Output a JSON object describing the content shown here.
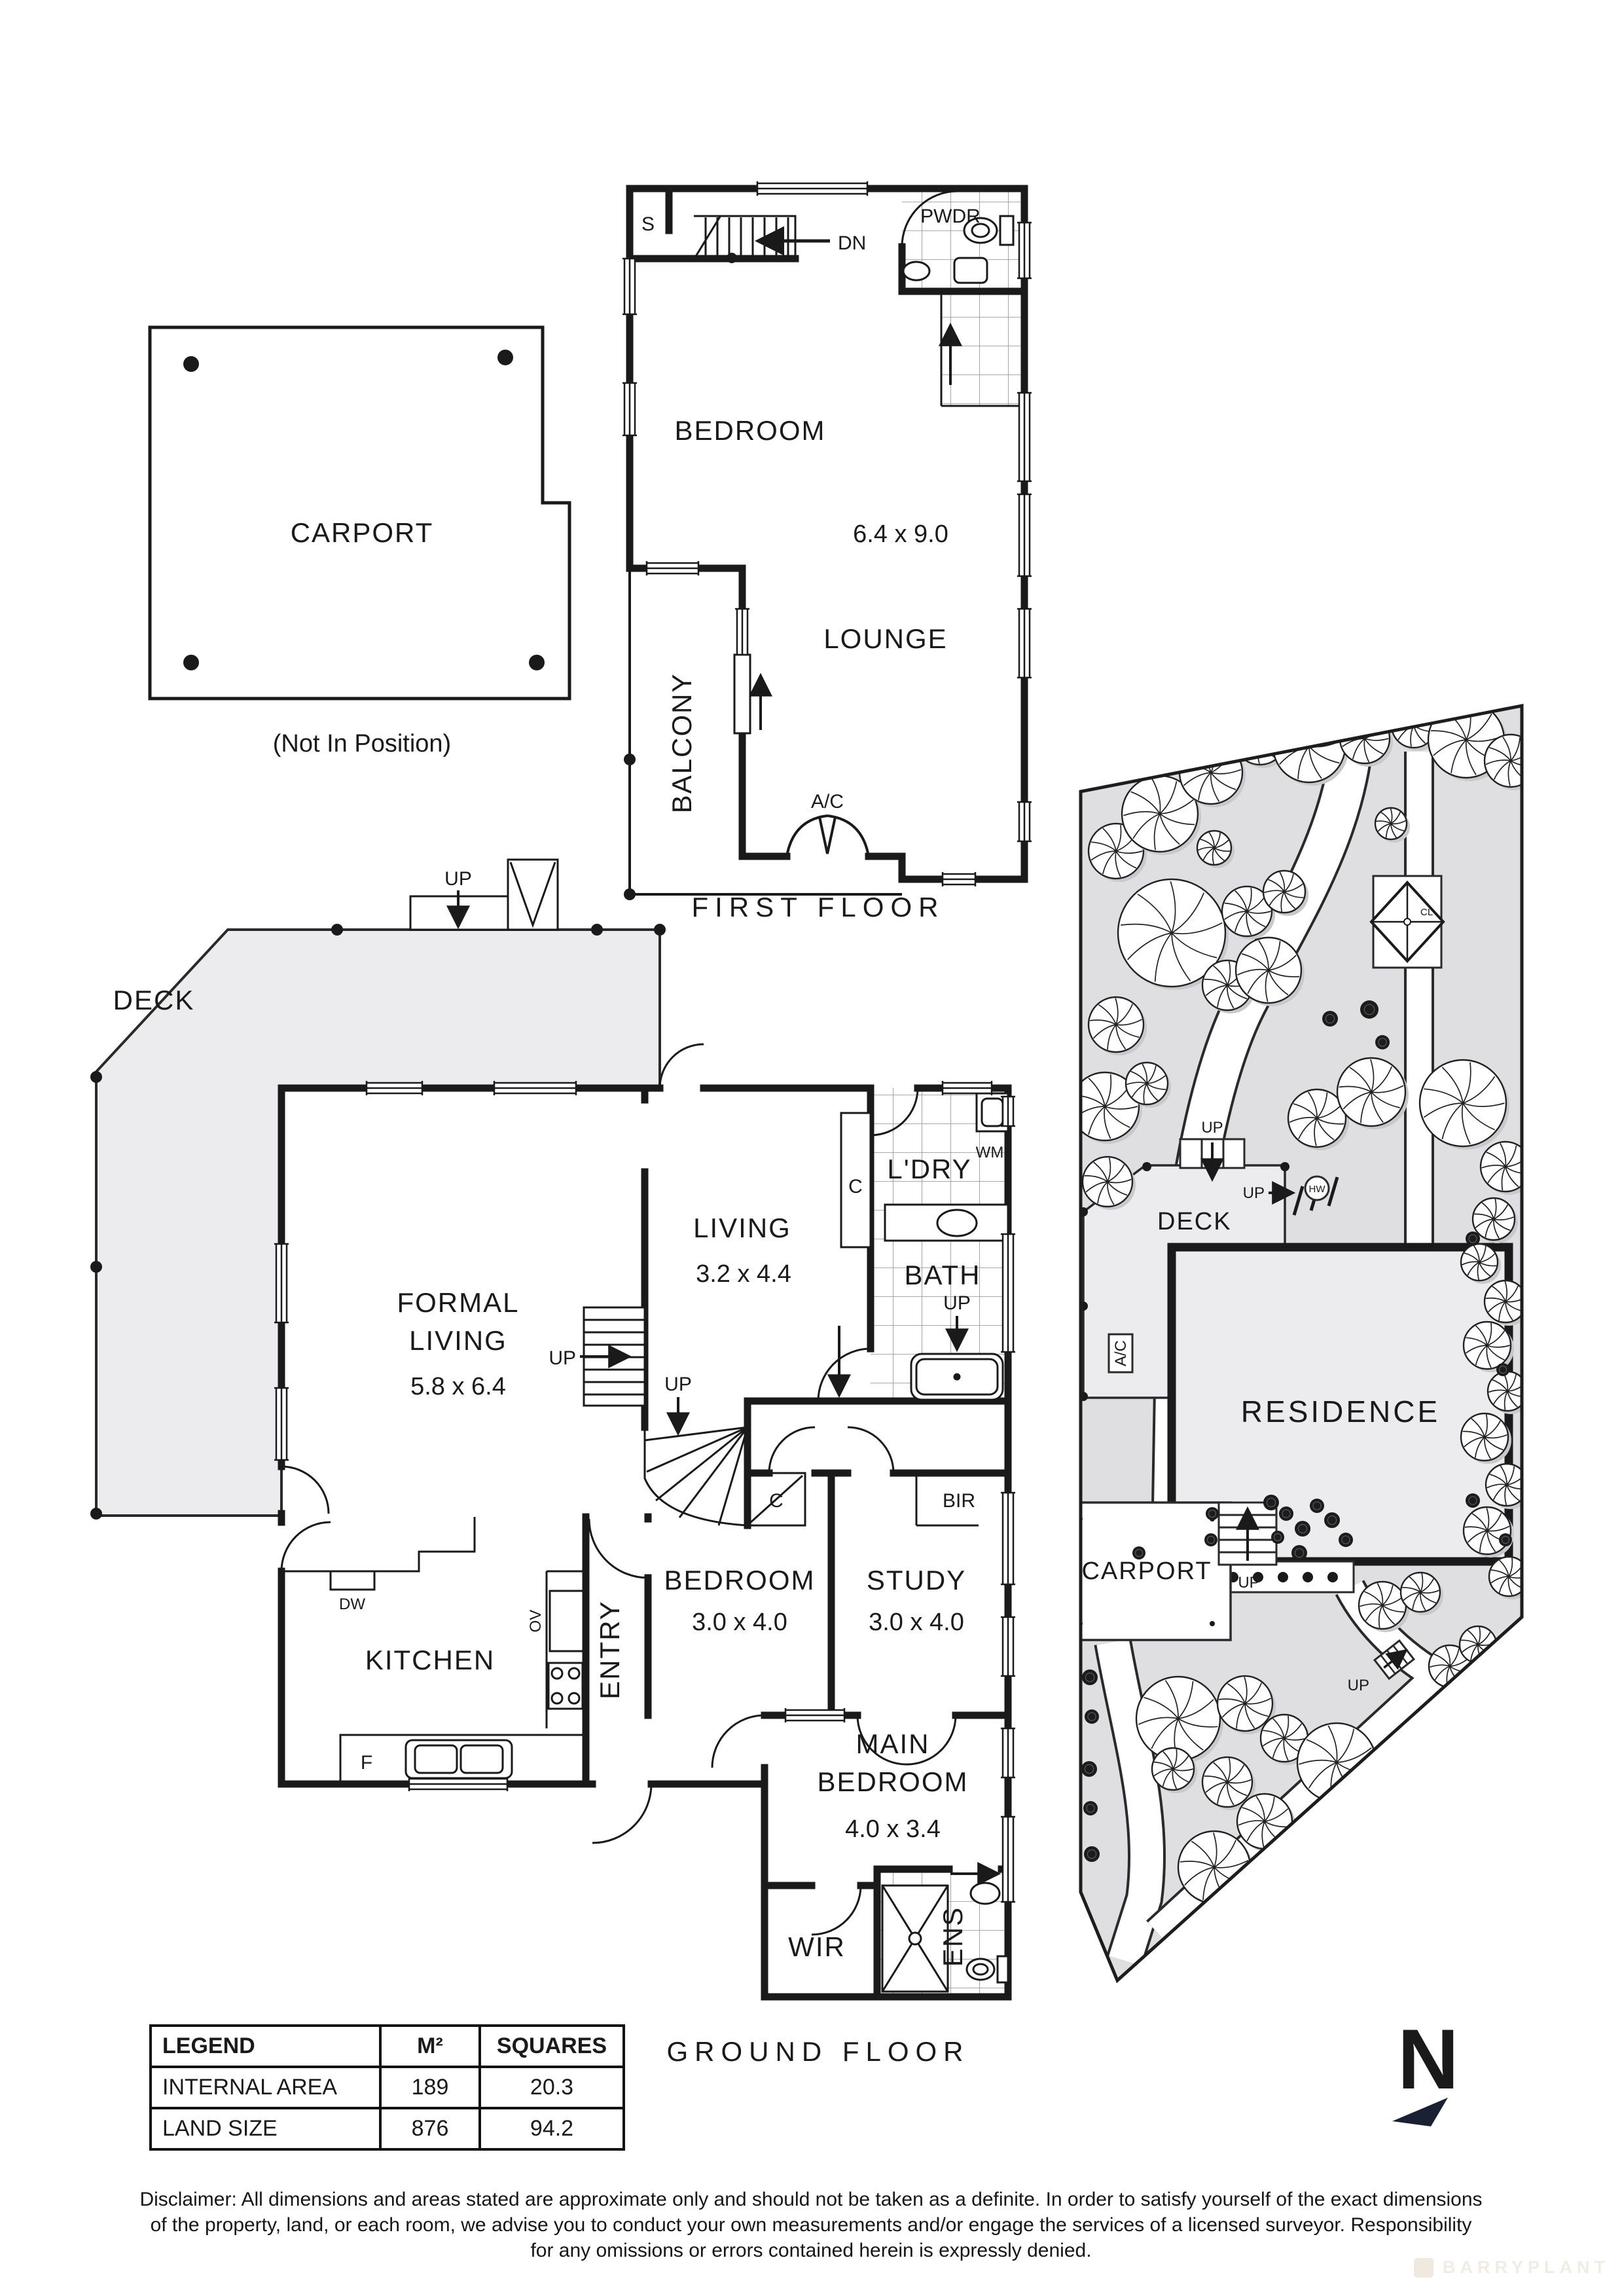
{
  "first_floor": {
    "caption": "FIRST FLOOR",
    "bedroom": "BEDROOM",
    "bedroom_dim": "6.4 x 9.0",
    "lounge": "LOUNGE",
    "balcony": "BALCONY",
    "pwdr": "PWDR",
    "store": "S",
    "dn": "DN",
    "ac": "A/C"
  },
  "ground_floor": {
    "caption": "GROUND FLOOR",
    "deck": "DECK",
    "formal_living_1": "FORMAL",
    "formal_living_2": "LIVING",
    "formal_living_dim": "5.8 x 6.4",
    "living": "LIVING",
    "living_dim": "3.2 x 4.4",
    "laundry": "L'DRY",
    "wm": "WM",
    "cupboard": "C",
    "bath": "BATH",
    "bedroom": "BEDROOM",
    "bedroom_dim": "3.0 x 4.0",
    "study": "STUDY",
    "study_dim": "3.0 x 4.0",
    "bir": "BIR",
    "kitchen": "KITCHEN",
    "dw": "DW",
    "ov": "OV",
    "fridge": "F",
    "entry": "ENTRY",
    "main_bedroom_1": "MAIN",
    "main_bedroom_2": "BEDROOM",
    "main_bedroom_dim": "4.0 x 3.4",
    "wir": "WIR",
    "ens": "ENS",
    "up": "UP"
  },
  "carport_block": {
    "label": "CARPORT",
    "note": "(Not In Position)"
  },
  "site": {
    "deck": "DECK",
    "residence": "RESIDENCE",
    "carport": "CARPORT",
    "ac": "A/C",
    "hw": "HW",
    "cl": "CL",
    "up": "UP"
  },
  "legend": {
    "headers": [
      "LEGEND",
      "M²",
      "SQUARES"
    ],
    "rows": [
      [
        "INTERNAL AREA",
        "189",
        "20.3"
      ],
      [
        "LAND SIZE",
        "876",
        "94.2"
      ]
    ]
  },
  "compass": {
    "n": "N"
  },
  "disclaimer": {
    "line1": "Disclaimer: All dimensions and areas stated are approximate only and should not be taken as a definite. In order to satisfy yourself of the exact dimensions",
    "line2": "of the property, land, or each room, we advise you to conduct your own measurements and/or engage the services of a licensed surveyor. Responsibility",
    "line3": "for any omissions or errors contained herein is expressly denied."
  },
  "watermark": {
    "text": "BARRYPLANT"
  }
}
